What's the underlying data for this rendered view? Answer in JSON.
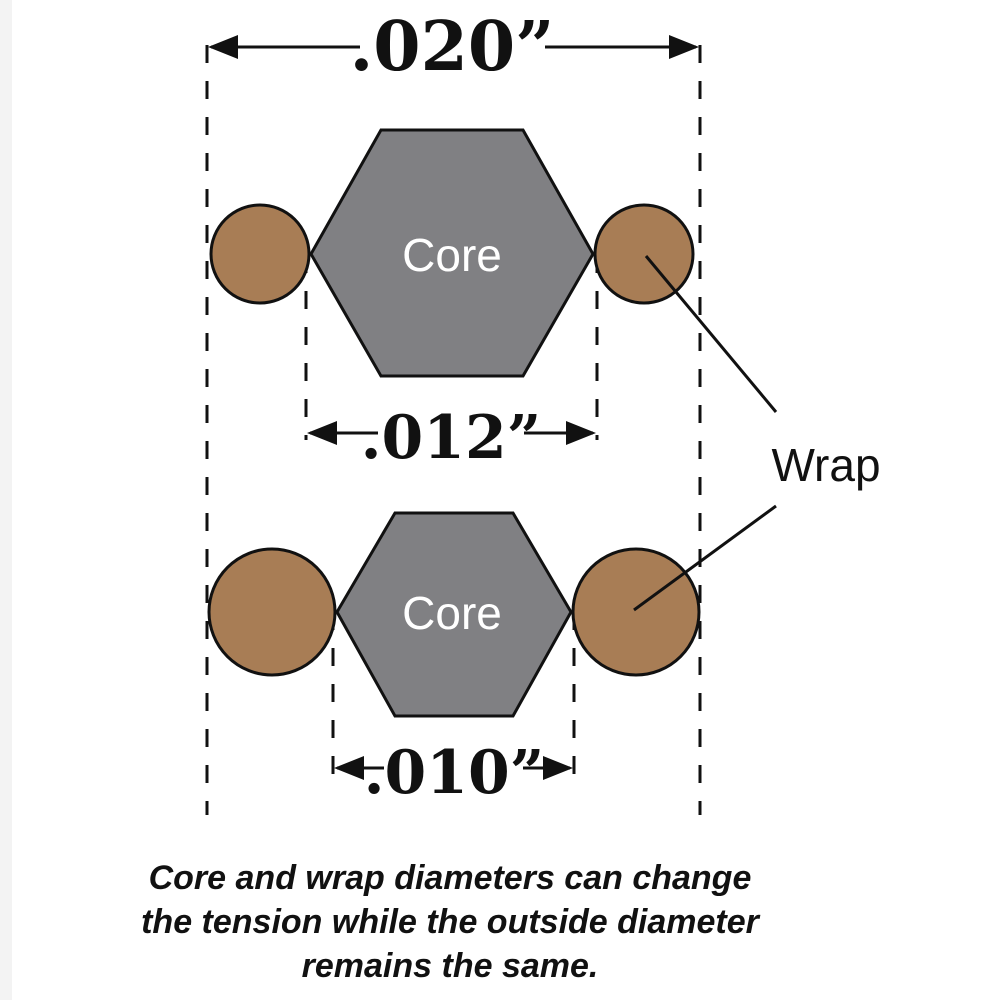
{
  "dimensions": {
    "outside": ".020”",
    "core_large": ".012”",
    "core_small": ".010”"
  },
  "labels": {
    "core_top": "Core",
    "core_bottom": "Core",
    "wrap": "Wrap"
  },
  "caption": {
    "line1": "Core and wrap diameters can change",
    "line2": "the tension while the outside diameter",
    "line3": "remains the same."
  },
  "colors": {
    "core": "#808083",
    "wrap": "#a87d55",
    "ink": "#111111"
  }
}
